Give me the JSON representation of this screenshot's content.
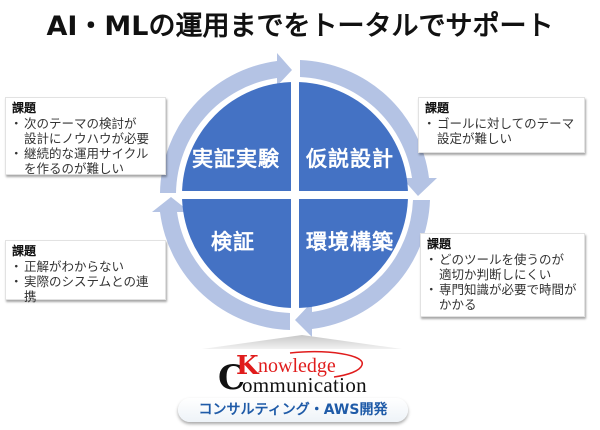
{
  "title": "AI・MLの運用までをトータルでサポート",
  "colors": {
    "quadrant_fill": "#4472c4",
    "ring_arrow": "#b4c3e4",
    "text_on_quadrant": "#ffffff",
    "logo_red": "#e01c1c",
    "tagline_blue": "#1f5ba8"
  },
  "cycle": {
    "quadrants": [
      {
        "position": "top-left",
        "label": "実証実験"
      },
      {
        "position": "top-right",
        "label": "仮説設計"
      },
      {
        "position": "bottom-right",
        "label": "環境構築"
      },
      {
        "position": "bottom-left",
        "label": "検証"
      }
    ],
    "direction": "clockwise"
  },
  "issues": [
    {
      "position": "left-top",
      "title": "課題",
      "items": [
        "次のテーマの検討が設計にノウハウが必要",
        "継続的な運用サイクルを作るのが難しい"
      ],
      "lines": [
        [
          "次のテーマの検討が",
          "設計にノウハウが必要"
        ],
        [
          "継続的な運用サイクル",
          "を作るのが難しい"
        ]
      ]
    },
    {
      "position": "right-top",
      "title": "課題",
      "items": [
        "ゴールに対してのテーマ設定が難しい"
      ],
      "lines": [
        [
          "ゴールに対してのテーマ",
          "設定が難しい"
        ]
      ]
    },
    {
      "position": "left-bottom",
      "title": "課題",
      "items": [
        "正解がわからない",
        "実際のシステムとの連携"
      ],
      "lines": [
        [
          "正解がわからない"
        ],
        [
          "実際のシステムとの連携"
        ]
      ]
    },
    {
      "position": "right-bottom",
      "title": "課題",
      "items": [
        "どのツールを使うのが適切か判断しにくい",
        "専門知識が必要で時間がかかる"
      ],
      "lines": [
        [
          "どのツールを使うのが",
          "適切か判断しにくい"
        ],
        [
          "専門知識が必要で時間が",
          "かかる"
        ]
      ]
    }
  ],
  "logo": {
    "big_c": "C",
    "big_k": "K",
    "knowledge_rest": "nowledge",
    "communication_rest": "ommunication",
    "tagline": "コンサルティング・AWS開発"
  }
}
